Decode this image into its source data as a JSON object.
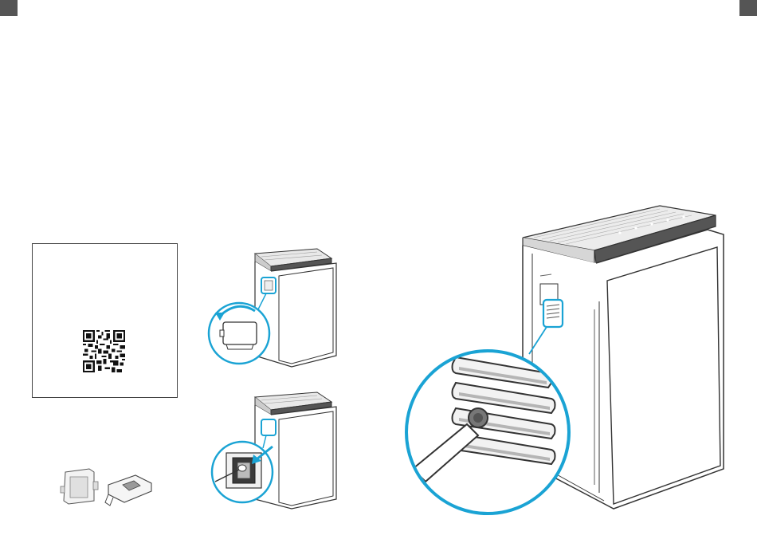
{
  "page": {
    "background": "#ffffff",
    "corner_marker_color": "#555555"
  },
  "colors": {
    "accent": "#1aa3d4",
    "line": "#3a3a3a",
    "panel": "#555555"
  },
  "qr_panel": {
    "icon": "qr-code-icon"
  },
  "illustrations": [
    {
      "id": "sensor-cover-parts",
      "icon": "sensor-cover-parts-icon"
    },
    {
      "id": "step-open-cover",
      "icon": "air-purifier-open-cover-icon"
    },
    {
      "id": "step-clean-sensor",
      "icon": "air-purifier-clean-sensor-icon"
    },
    {
      "id": "vent-detail",
      "icon": "air-purifier-vent-detail-icon"
    }
  ]
}
